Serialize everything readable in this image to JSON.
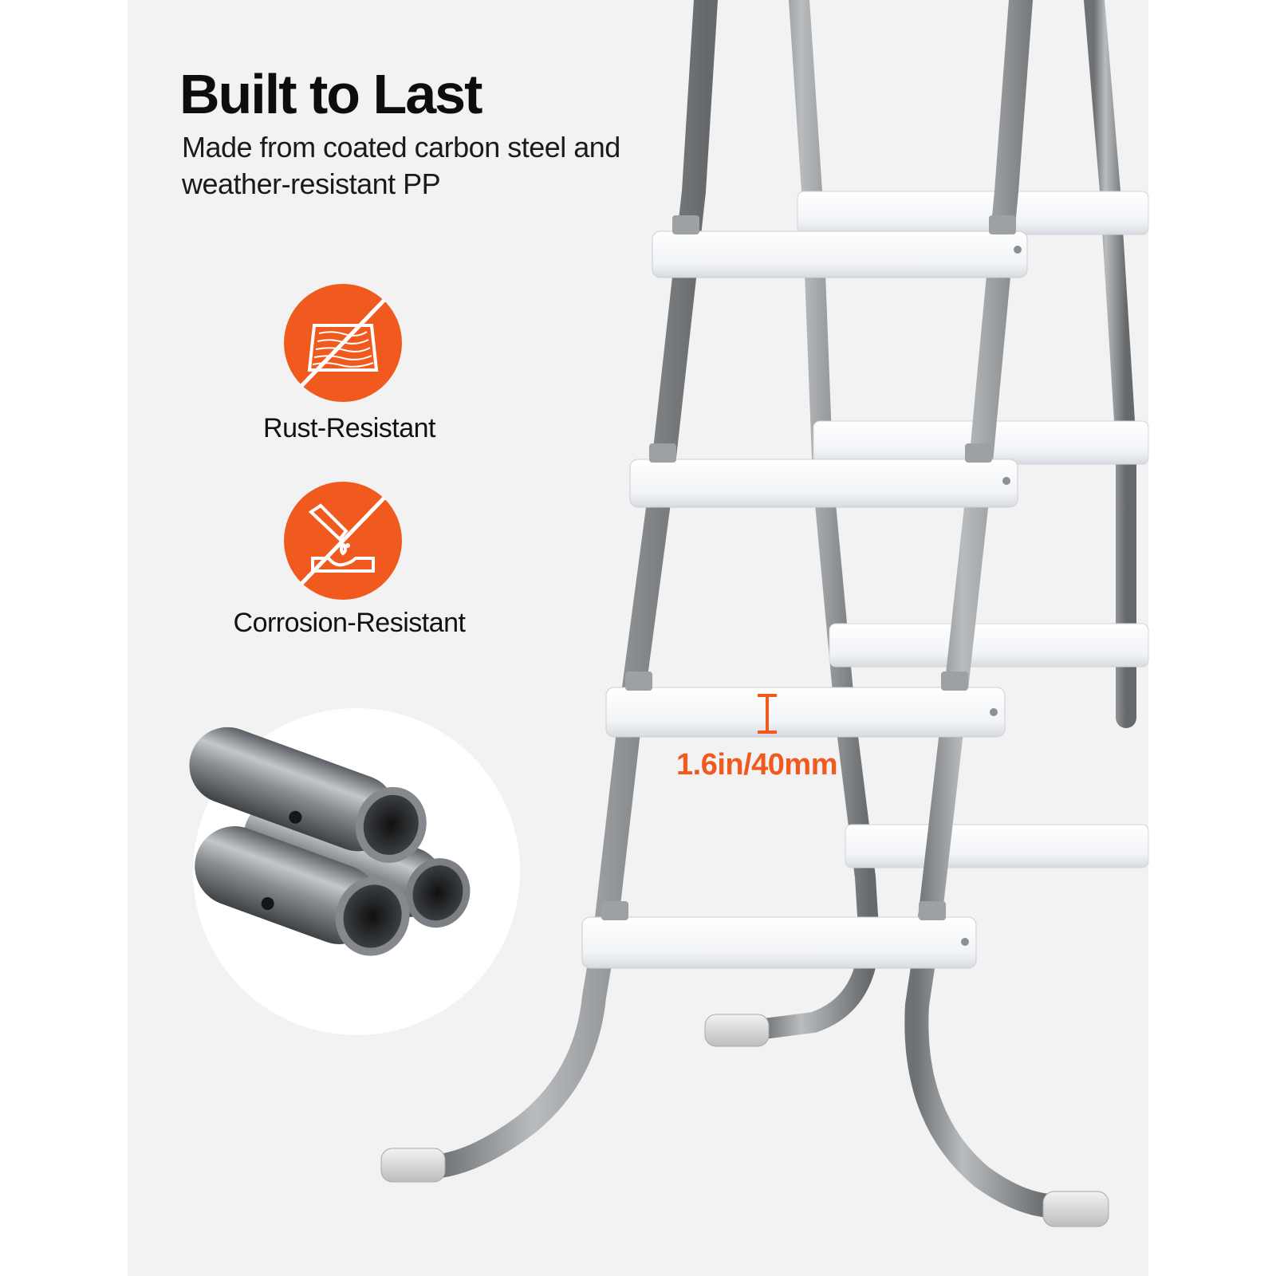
{
  "headline": "Built to Last",
  "subtitle": "Made from coated carbon steel and weather-resistant PP",
  "features": [
    {
      "label": "Rust-Resistant",
      "icon": "rust-resistant-icon"
    },
    {
      "label": "Corrosion-Resistant",
      "icon": "corrosion-resistant-icon"
    }
  ],
  "measurement": {
    "label": "1.6in/40mm"
  },
  "colors": {
    "accent": "#f05a1e",
    "panel": "#f2f2f2",
    "steel": "#8e9194",
    "step": "#f7f8fa"
  }
}
